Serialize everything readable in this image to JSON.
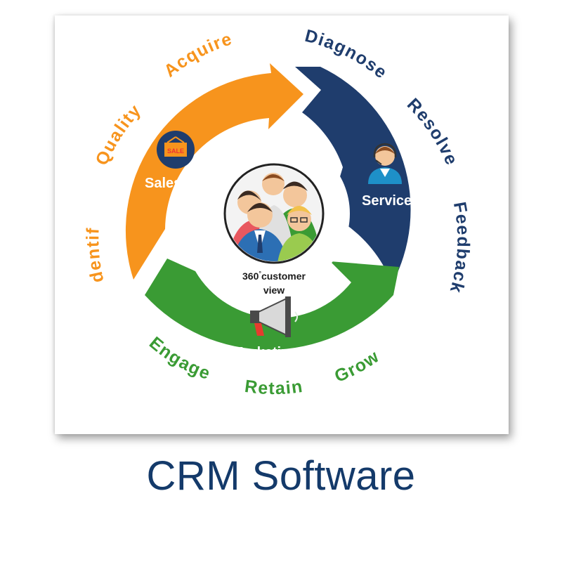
{
  "title": "CRM Software",
  "center": {
    "line1": "360",
    "degree": "°",
    "line2a": "customer",
    "line3": "view"
  },
  "segments": {
    "sales": {
      "label": "Sales",
      "color": "#f7941d",
      "icon_text": "SALE",
      "icon": "sale-tag-icon"
    },
    "service": {
      "label": "Service",
      "color": "#1f3d6d",
      "icon": "support-agent-icon"
    },
    "marketing": {
      "label": "Marketing",
      "color": "#3a9b34",
      "icon": "megaphone-icon"
    }
  },
  "ring_words": {
    "sales": {
      "color": "#f7941d",
      "words": [
        "Identify",
        "Quality",
        "Acquire"
      ]
    },
    "service": {
      "color": "#1f3d6d",
      "words": [
        "Diagnose",
        "Resolve",
        "Feedback"
      ]
    },
    "marketing": {
      "color": "#3a9b34",
      "words": [
        "Engage",
        "Retain",
        "Grow"
      ]
    }
  }
}
